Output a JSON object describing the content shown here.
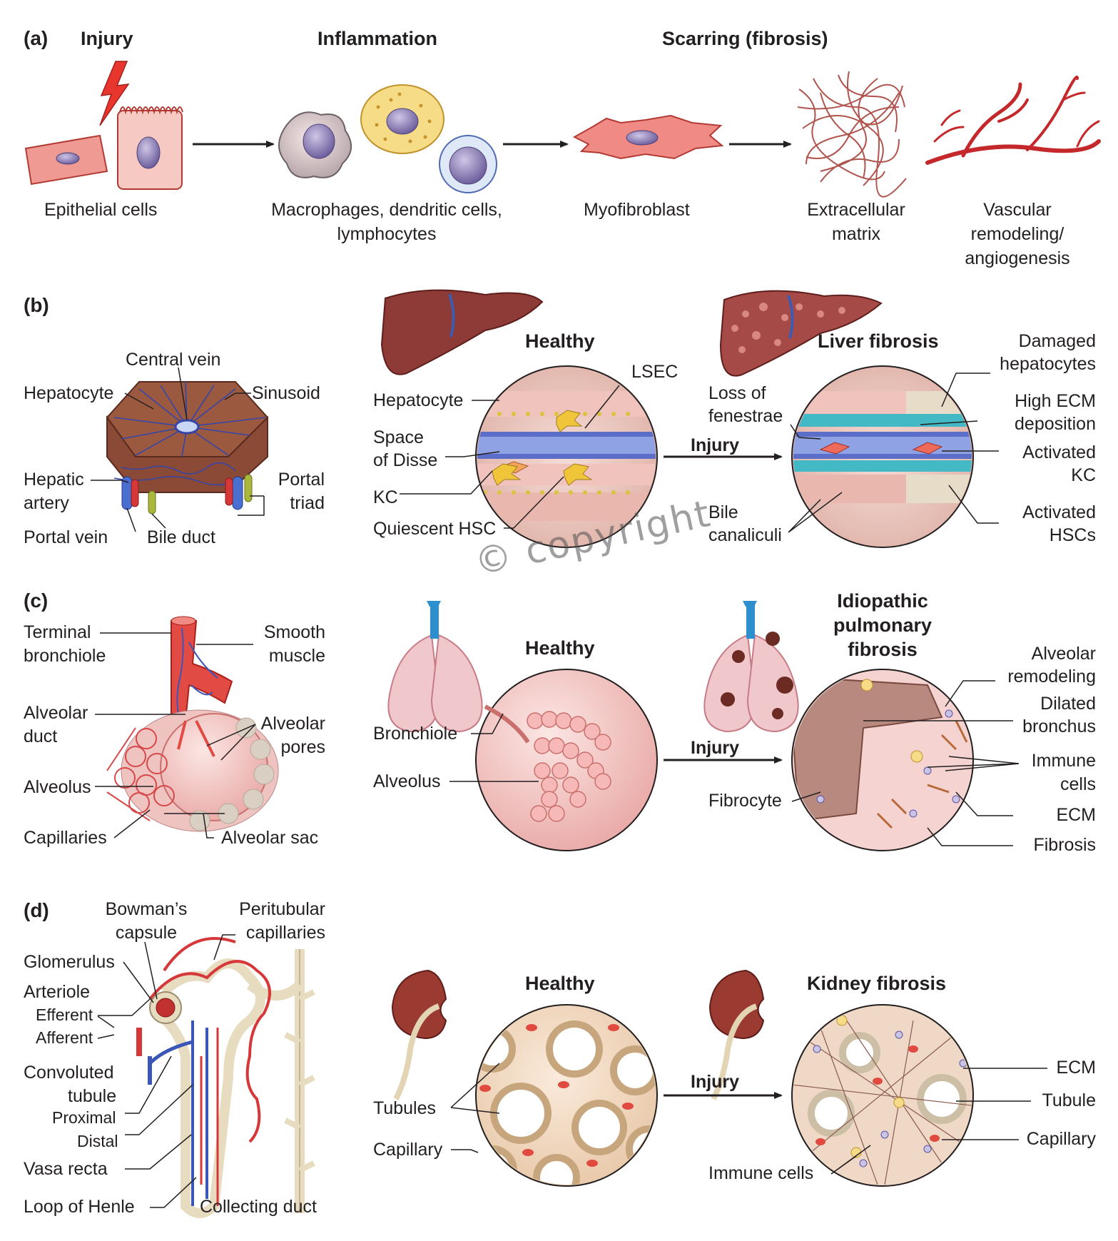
{
  "panels": {
    "a": "(a)",
    "b": "(b)",
    "c": "(c)",
    "d": "(d)"
  },
  "a": {
    "stage_injury": "Injury",
    "stage_inflammation": "Inflammation",
    "stage_scarring": "Scarring (fibrosis)",
    "epithelial": "Epithelial cells",
    "immune_1": "Macrophages, dendritic cells,",
    "immune_2": "lymphocytes",
    "myofibroblast": "Myofibroblast",
    "ecm_1": "Extracellular",
    "ecm_2": "matrix",
    "vasc_1": "Vascular",
    "vasc_2": "remodeling/",
    "vasc_3": "angiogenesis"
  },
  "b": {
    "central_vein": "Central vein",
    "hepatocyte": "Hepatocyte",
    "sinusoid": "Sinusoid",
    "hepatic_artery_1": "Hepatic",
    "hepatic_artery_2": "artery",
    "portal_triad_1": "Portal",
    "portal_triad_2": "triad",
    "portal_vein": "Portal vein",
    "bile_duct": "Bile duct",
    "healthy": "Healthy",
    "lsec": "LSEC",
    "h_hepatocyte": "Hepatocyte",
    "disse_1": "Space",
    "disse_2": "of Disse",
    "kc": "KC",
    "quiescent_hsc": "Quiescent HSC",
    "injury": "Injury",
    "liver_fibrosis": "Liver fibrosis",
    "loss_1": "Loss of",
    "loss_2": "fenestrae",
    "damaged_1": "Damaged",
    "damaged_2": "hepatocytes",
    "high_ecm_1": "High ECM",
    "high_ecm_2": "deposition",
    "act_kc_1": "Activated",
    "act_kc_2": "KC",
    "bile_1": "Bile",
    "bile_2": "canaliculi",
    "act_hsc_1": "Activated",
    "act_hsc_2": "HSCs"
  },
  "c": {
    "terminal_1": "Terminal",
    "terminal_2": "bronchiole",
    "smooth_1": "Smooth",
    "smooth_2": "muscle",
    "alv_duct_1": "Alveolar",
    "alv_duct_2": "duct",
    "alv_pores_1": "Alveolar",
    "alv_pores_2": "pores",
    "alveolus": "Alveolus",
    "capillaries": "Capillaries",
    "alv_sac": "Alveolar sac",
    "healthy": "Healthy",
    "bronchiole": "Bronchiole",
    "h_alveolus": "Alveolus",
    "injury": "Injury",
    "ipf_1": "Idiopathic",
    "ipf_2": "pulmonary",
    "ipf_3": "fibrosis",
    "alv_rem_1": "Alveolar",
    "alv_rem_2": "remodeling",
    "dilated_1": "Dilated",
    "dilated_2": "bronchus",
    "immune_1": "Immune",
    "immune_2": "cells",
    "fibrocyte": "Fibrocyte",
    "ecm": "ECM",
    "fibrosis": "Fibrosis"
  },
  "d": {
    "bowman_1": "Bowman’s",
    "bowman_2": "capsule",
    "peritubular_1": "Peritubular",
    "peritubular_2": "capillaries",
    "glomerulus": "Glomerulus",
    "arteriole": "Arteriole",
    "efferent": "Efferent",
    "afferent": "Afferent",
    "convoluted_1": "Convoluted",
    "convoluted_2": "tubule",
    "proximal": "Proximal",
    "distal": "Distal",
    "vasa_recta": "Vasa recta",
    "loop_henle": "Loop of Henle",
    "collecting": "Collecting duct",
    "healthy": "Healthy",
    "tubules": "Tubules",
    "capillary": "Capillary",
    "injury": "Injury",
    "kidney_fibrosis": "Kidney fibrosis",
    "k_ecm": "ECM",
    "k_tubule": "Tubule",
    "k_capillary": "Capillary",
    "k_immune": "Immune cells"
  },
  "watermark": "© copyright",
  "colors": {
    "tissue_red": "#c8463e",
    "vein_blue": "#3a57b8",
    "liver": "#8e3a36",
    "circle_bg": "#f2d6cf"
  }
}
